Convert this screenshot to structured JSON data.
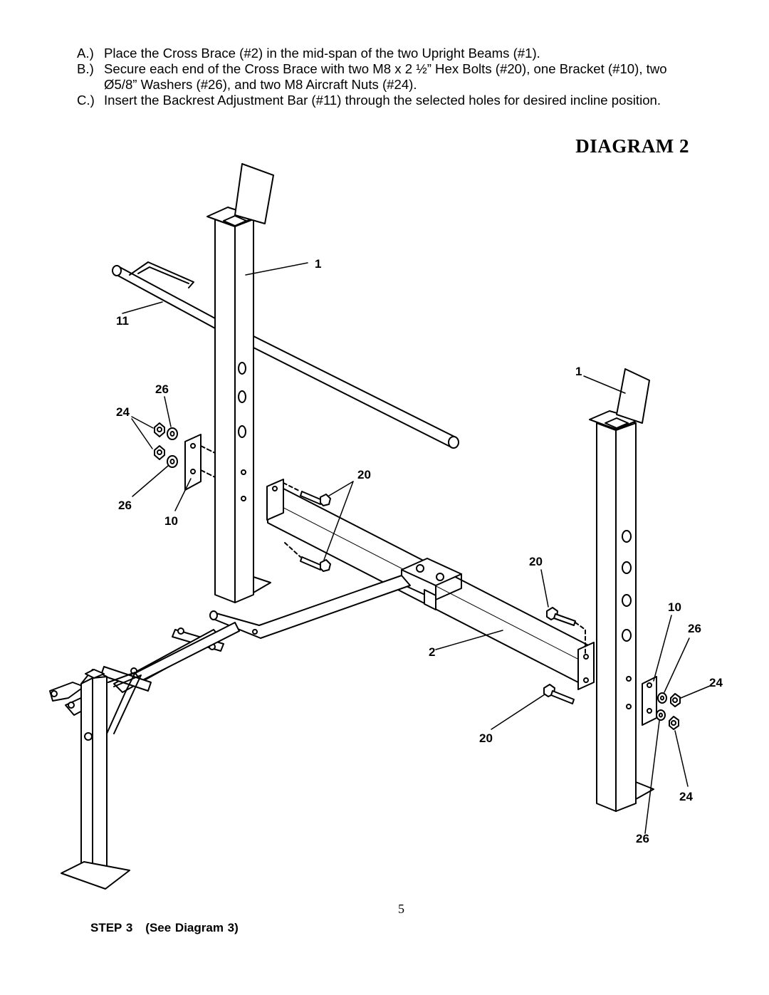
{
  "instructions": [
    {
      "label": "A.)",
      "text": "Place the Cross Brace (#2) in the mid-span of the two Upright Beams (#1)."
    },
    {
      "label": "B.)",
      "text": "Secure each end of the Cross Brace with two M8 x 2 ½” Hex Bolts (#20), one Bracket (#10), two Ø5/8” Washers (#26), and two M8 Aircraft Nuts (#24)."
    },
    {
      "label": "C.)",
      "text": "Insert the Backrest Adjustment Bar (#11) through the selected holes for desired incline position."
    }
  ],
  "diagram": {
    "title": "DIAGRAM 2",
    "callouts": {
      "upright_left": "1",
      "adjust_bar": "11",
      "washer_left_top": "26",
      "nut_left": "24",
      "washer_left_bottom": "26",
      "bracket_left": "10",
      "bolt_left": "20",
      "upright_right": "1",
      "bolt_right_top": "20",
      "bracket_right": "10",
      "washer_right_top": "26",
      "nut_right_top": "24",
      "cross_brace": "2",
      "bolt_right_bottom": "20",
      "nut_right_bottom": "24",
      "washer_right_bottom": "26"
    }
  },
  "footer": {
    "page_number": "5",
    "next_step_label": "STEP 3",
    "next_step_ref": "(See Diagram 3)"
  }
}
